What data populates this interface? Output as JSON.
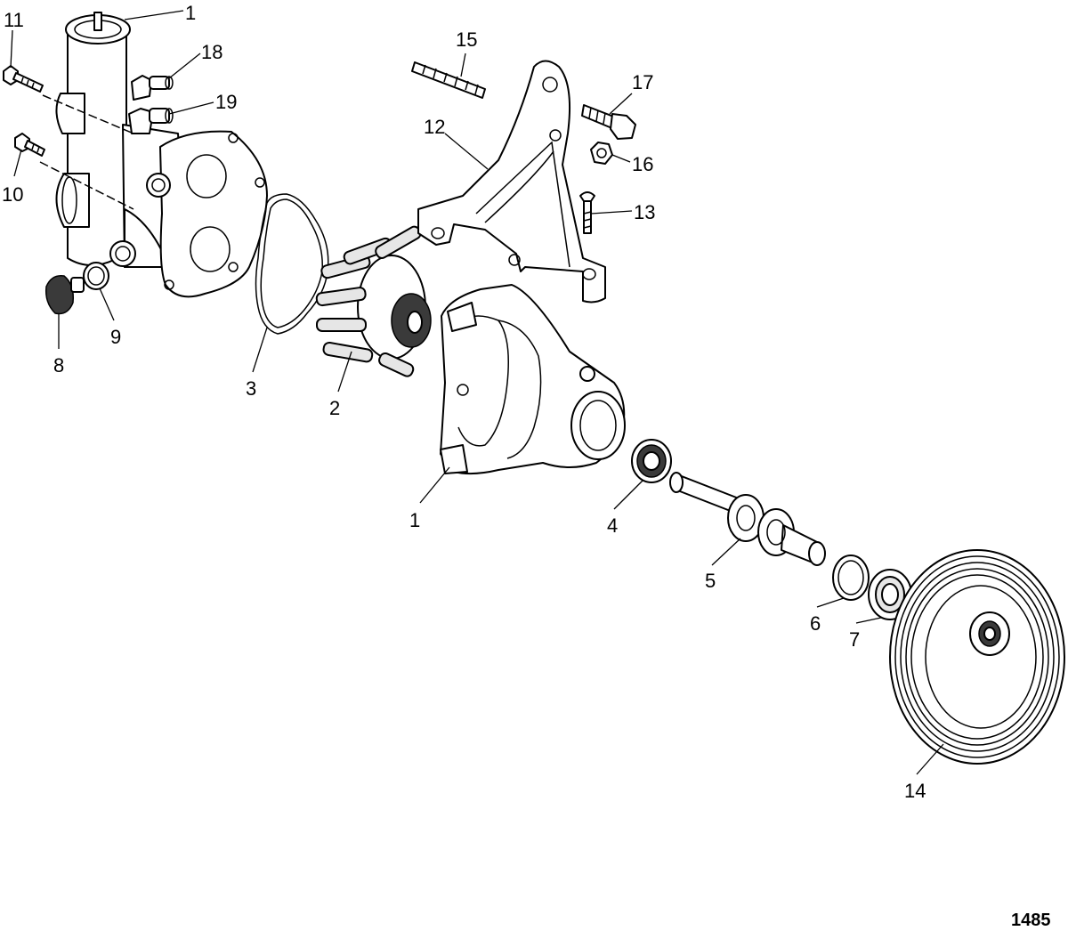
{
  "callouts": [
    {
      "id": "c1a",
      "label": "1"
    },
    {
      "id": "c18",
      "label": "18"
    },
    {
      "id": "c19",
      "label": "19"
    },
    {
      "id": "c11",
      "label": "11"
    },
    {
      "id": "c10",
      "label": "10"
    },
    {
      "id": "c9",
      "label": "9"
    },
    {
      "id": "c8",
      "label": "8"
    },
    {
      "id": "c3",
      "label": "3"
    },
    {
      "id": "c2",
      "label": "2"
    },
    {
      "id": "c1b",
      "label": "1"
    },
    {
      "id": "c15",
      "label": "15"
    },
    {
      "id": "c12",
      "label": "12"
    },
    {
      "id": "c17",
      "label": "17"
    },
    {
      "id": "c16",
      "label": "16"
    },
    {
      "id": "c13",
      "label": "13"
    },
    {
      "id": "c4",
      "label": "4"
    },
    {
      "id": "c5",
      "label": "5"
    },
    {
      "id": "c6",
      "label": "6"
    },
    {
      "id": "c7",
      "label": "7"
    },
    {
      "id": "c14",
      "label": "14"
    }
  ],
  "figure_number": "1485"
}
